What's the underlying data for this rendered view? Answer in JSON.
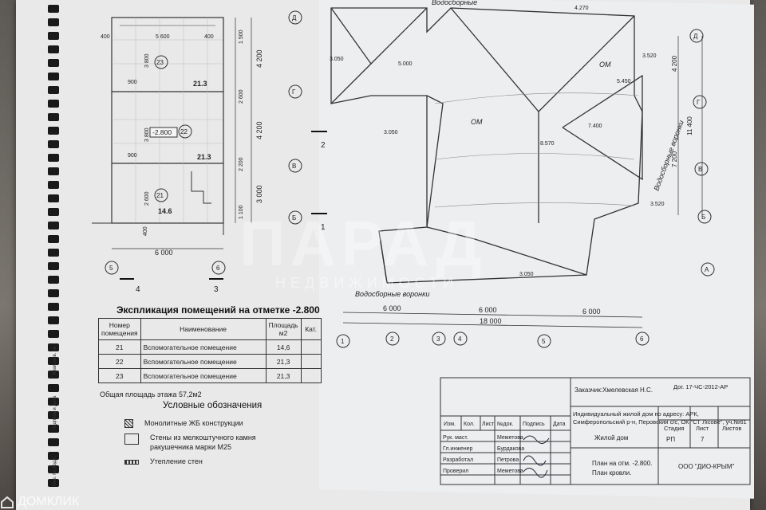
{
  "plan_left": {
    "axis_letters": [
      "Д",
      "Г",
      "В",
      "Б"
    ],
    "axis_numbers": [
      "5",
      "6"
    ],
    "section_marks": [
      "4",
      "3",
      "2",
      "1"
    ],
    "width_dim": "6 000",
    "vertical_dims": [
      "1 500",
      "4 200",
      "2 600",
      "4 200",
      "2 200",
      "3 000",
      "1 100"
    ],
    "rooms": [
      {
        "num": "23",
        "area": "21.3"
      },
      {
        "num": "22",
        "area": "21.3"
      },
      {
        "num": "21",
        "area": "14.6"
      }
    ],
    "level_mark": "-2.800",
    "misc_dims": [
      "400",
      "5 600",
      "400",
      "3 800",
      "900",
      "3 800",
      "900",
      "2 600",
      "400"
    ]
  },
  "roof_plan": {
    "top_label": "Водосборные",
    "bottom_label": "Водосборные воронки",
    "right_label": "Водосборные воронки",
    "marks": [
      "4.270",
      "3.050",
      "5.000",
      "3.520",
      "5.450",
      "7.400",
      "3.050",
      "8.570",
      "3.520",
      "3.050"
    ],
    "om_labels": [
      "ОМ",
      "ОМ"
    ],
    "axis_letters": [
      "Д",
      "Г",
      "В",
      "Б",
      "А"
    ],
    "axis_numbers": [
      "1",
      "2",
      "3",
      "4",
      "5",
      "6"
    ],
    "bottom_dims": [
      "6 000",
      "6 000",
      "6 000"
    ],
    "total_dim": "18 000",
    "right_dims": [
      "4 200",
      "11 400",
      "7 200"
    ]
  },
  "explication": {
    "title": "Экспликация помещений на отметке -2.800",
    "headers": [
      "Номер помещения",
      "Наименование",
      "Площадь м2",
      "Кат."
    ],
    "rows": [
      [
        "21",
        "Вспомогательное помещение",
        "14,6",
        ""
      ],
      [
        "22",
        "Вспомогательное помещение",
        "21,3",
        ""
      ],
      [
        "23",
        "Вспомогательное помещение",
        "21,3",
        ""
      ]
    ],
    "total": "Общая площадь этажа 57,2м2"
  },
  "legend": {
    "title": "Условные обозначения",
    "items": [
      "Монолитные ЖБ конструкции",
      "Стены из мелкоштучного камня ракушечника марки М25",
      "Утепление стен"
    ]
  },
  "stamp": {
    "customer": "Заказчик:Хмелевская Н.С.",
    "contract": "Дог. 17-ЧС-2012-АР",
    "project_line1": "Индивидуальный жилой дом по адресу: АРК,",
    "project_line2": "Симферопольский р-н, Перовский с/с, ОК \"СТ Лісове\", уч.№61",
    "col_headers": [
      "Изм.",
      "Кол.",
      "Лист",
      "№док.",
      "Подпись",
      "Дата"
    ],
    "object": "Жилой дом",
    "stage_headers": [
      "Стадия",
      "Лист",
      "Листов"
    ],
    "stage_values": [
      "РП",
      "7",
      ""
    ],
    "people": [
      {
        "role": "Рук. маст.",
        "name": "Меметова"
      },
      {
        "role": "Гл.инженер",
        "name": "Бурдакова"
      },
      {
        "role": "Разработал",
        "name": "Петрова"
      },
      {
        "role": "Проверил",
        "name": "Меметова"
      }
    ],
    "sheet_name1": "План на отм. -2.800.",
    "sheet_name2": "План кровли.",
    "company": "ООО \"ДИО-КРЫМ\""
  },
  "side_labels": [
    "Инв. № подл.",
    "Подпись и дата",
    "Взам.инв. №"
  ],
  "watermark": {
    "main": "ПАРАД",
    "sub": "НЕДВИЖИМОСТИ"
  },
  "brand": "ДОМКЛИК"
}
